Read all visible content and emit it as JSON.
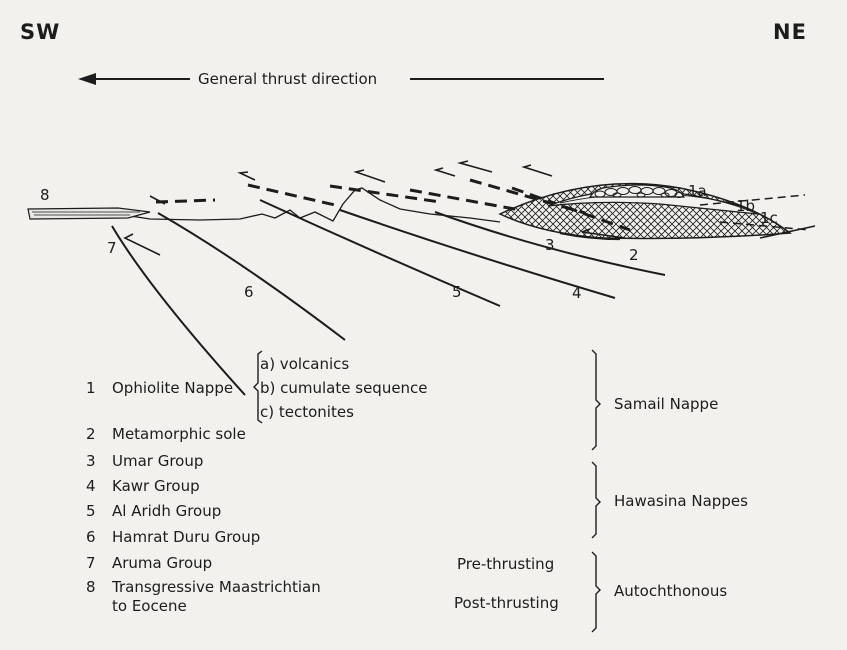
{
  "header": {
    "sw": "SW",
    "ne": "NE",
    "thrust_direction": "General thrust direction"
  },
  "section_labels": [
    "8",
    "7",
    "6",
    "5",
    "4",
    "3",
    "2",
    "1a",
    "1b",
    "1c"
  ],
  "legend": {
    "items": [
      {
        "num": "1",
        "label": "Ophiolite Nappe"
      },
      {
        "num": "2",
        "label": "Metamorphic sole"
      },
      {
        "num": "3",
        "label": "Umar Group"
      },
      {
        "num": "4",
        "label": "Kawr Group"
      },
      {
        "num": "5",
        "label": "Al Aridh Group"
      },
      {
        "num": "6",
        "label": "Hamrat Duru Group"
      },
      {
        "num": "7",
        "label": "Aruma Group"
      },
      {
        "num": "8",
        "label": "Transgressive Maastrichtian",
        "label2": "to Eocene"
      }
    ],
    "ophiolite_parts": [
      "a) volcanics",
      "b) cumulate sequence",
      "c) tectonites"
    ],
    "timing": [
      "Pre-thrusting",
      "Post-thrusting"
    ],
    "groups": [
      "Samail Nappe",
      "Hawasina Nappes",
      "Autochthonous"
    ]
  },
  "colors": {
    "ink": "#1c1c1c",
    "paper": "#f2f1ee"
  }
}
